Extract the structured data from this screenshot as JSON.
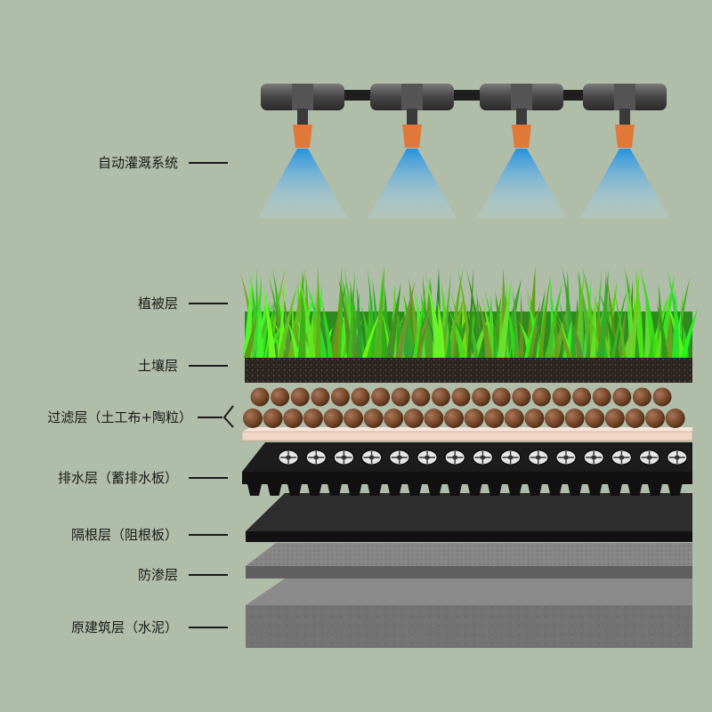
{
  "layers": [
    {
      "id": "irrigation",
      "label": "自动灌溉系统"
    },
    {
      "id": "vegetation",
      "label": "植被层"
    },
    {
      "id": "soil",
      "label": "土壤层"
    },
    {
      "id": "filter",
      "label": "过滤层（土工布+陶粒）"
    },
    {
      "id": "drainage",
      "label": "排水层（蓄排水板）"
    },
    {
      "id": "root_barrier",
      "label": "隔根层（阻根板）"
    },
    {
      "id": "waterproof",
      "label": "防渗层"
    },
    {
      "id": "base",
      "label": "原建筑层（水泥）"
    }
  ],
  "colors": {
    "background": "#b0bda9",
    "grass": "#3fae2a",
    "soil": "#2b2420",
    "ceramsite": "#7a4a2c",
    "geotextile": "#f1d6c6",
    "drainage_board": "#1c1c1c",
    "root_barrier": "#232323",
    "waterproof": "#7d7d7d",
    "concrete": "#6e6e6e",
    "nozzle": "#e0783a",
    "spray": "#4aa6e8"
  }
}
